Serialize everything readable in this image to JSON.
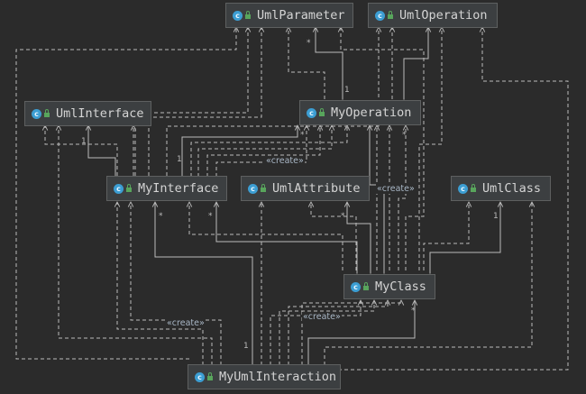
{
  "nodes": {
    "uml_parameter": "UmlParameter",
    "uml_operation": "UmlOperation",
    "uml_interface": "UmlInterface",
    "my_operation": "MyOperation",
    "my_interface": "MyInterface",
    "uml_attribute": "UmlAttribute",
    "uml_class": "UmlClass",
    "my_class": "MyClass",
    "my_uml_interaction": "MyUmlInteraction"
  },
  "class_icon_glyph": "c",
  "labels": {
    "create_1": "«create»",
    "create_2": "«create»",
    "create_3": "«create»",
    "create_4": "«create»"
  },
  "multiplicity": {
    "m1": "*",
    "m2": "1",
    "m3": "1",
    "m4": "1",
    "m5": "*",
    "m6": "*",
    "m7": "*",
    "m8": "*",
    "m9": "*",
    "m10": "1",
    "m11": "*",
    "m12": "1"
  },
  "colors": {
    "background": "#2b2b2b",
    "node_fill": "#3c3f41",
    "edge": "#bbbbbb",
    "class_icon": "#3c9ed3",
    "access_icon": "#58a55c"
  }
}
